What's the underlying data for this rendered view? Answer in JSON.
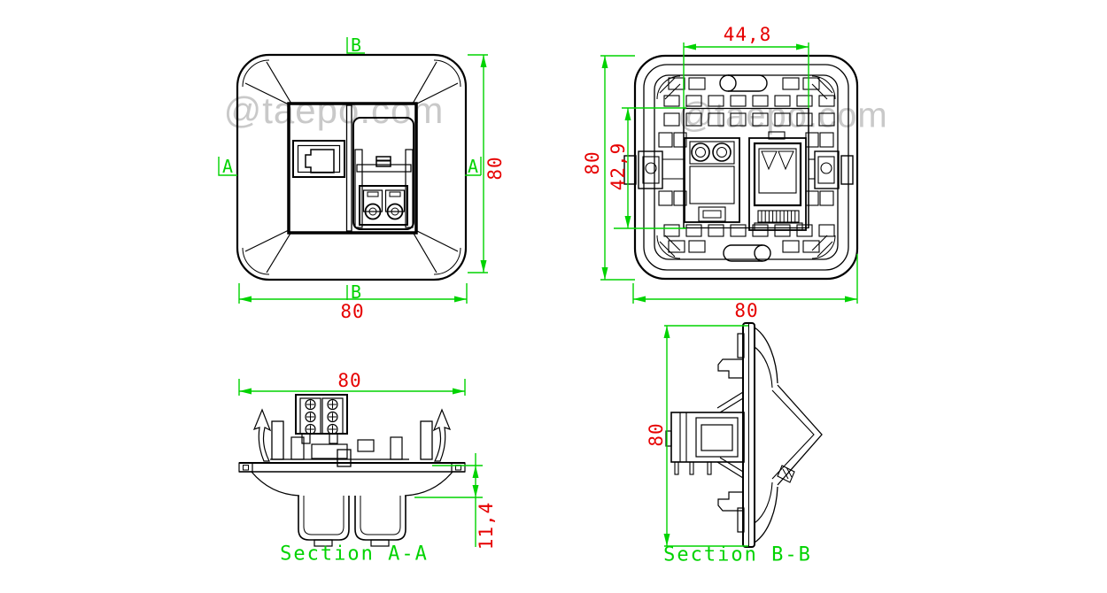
{
  "colors": {
    "green": "#00d300",
    "red": "#e60000",
    "black": "#000000",
    "watermark": "#c9c9c9"
  },
  "watermarks": {
    "first": "@taepo.com",
    "second": "@taepo.com"
  },
  "front_view": {
    "marker_top": "B",
    "marker_bottom": "B",
    "marker_left": "A",
    "marker_right": "A",
    "height_dim": "80",
    "width_dim": "80"
  },
  "back_view": {
    "top_dim": "44,8",
    "outer_height_dim": "80",
    "inner_height_dim": "42,9",
    "width_dim": "80"
  },
  "section_a": {
    "width_dim": "80",
    "depth_dim": "11,4",
    "label": "Section A-A"
  },
  "section_b": {
    "height_dim": "80",
    "label": "Section B-B"
  }
}
